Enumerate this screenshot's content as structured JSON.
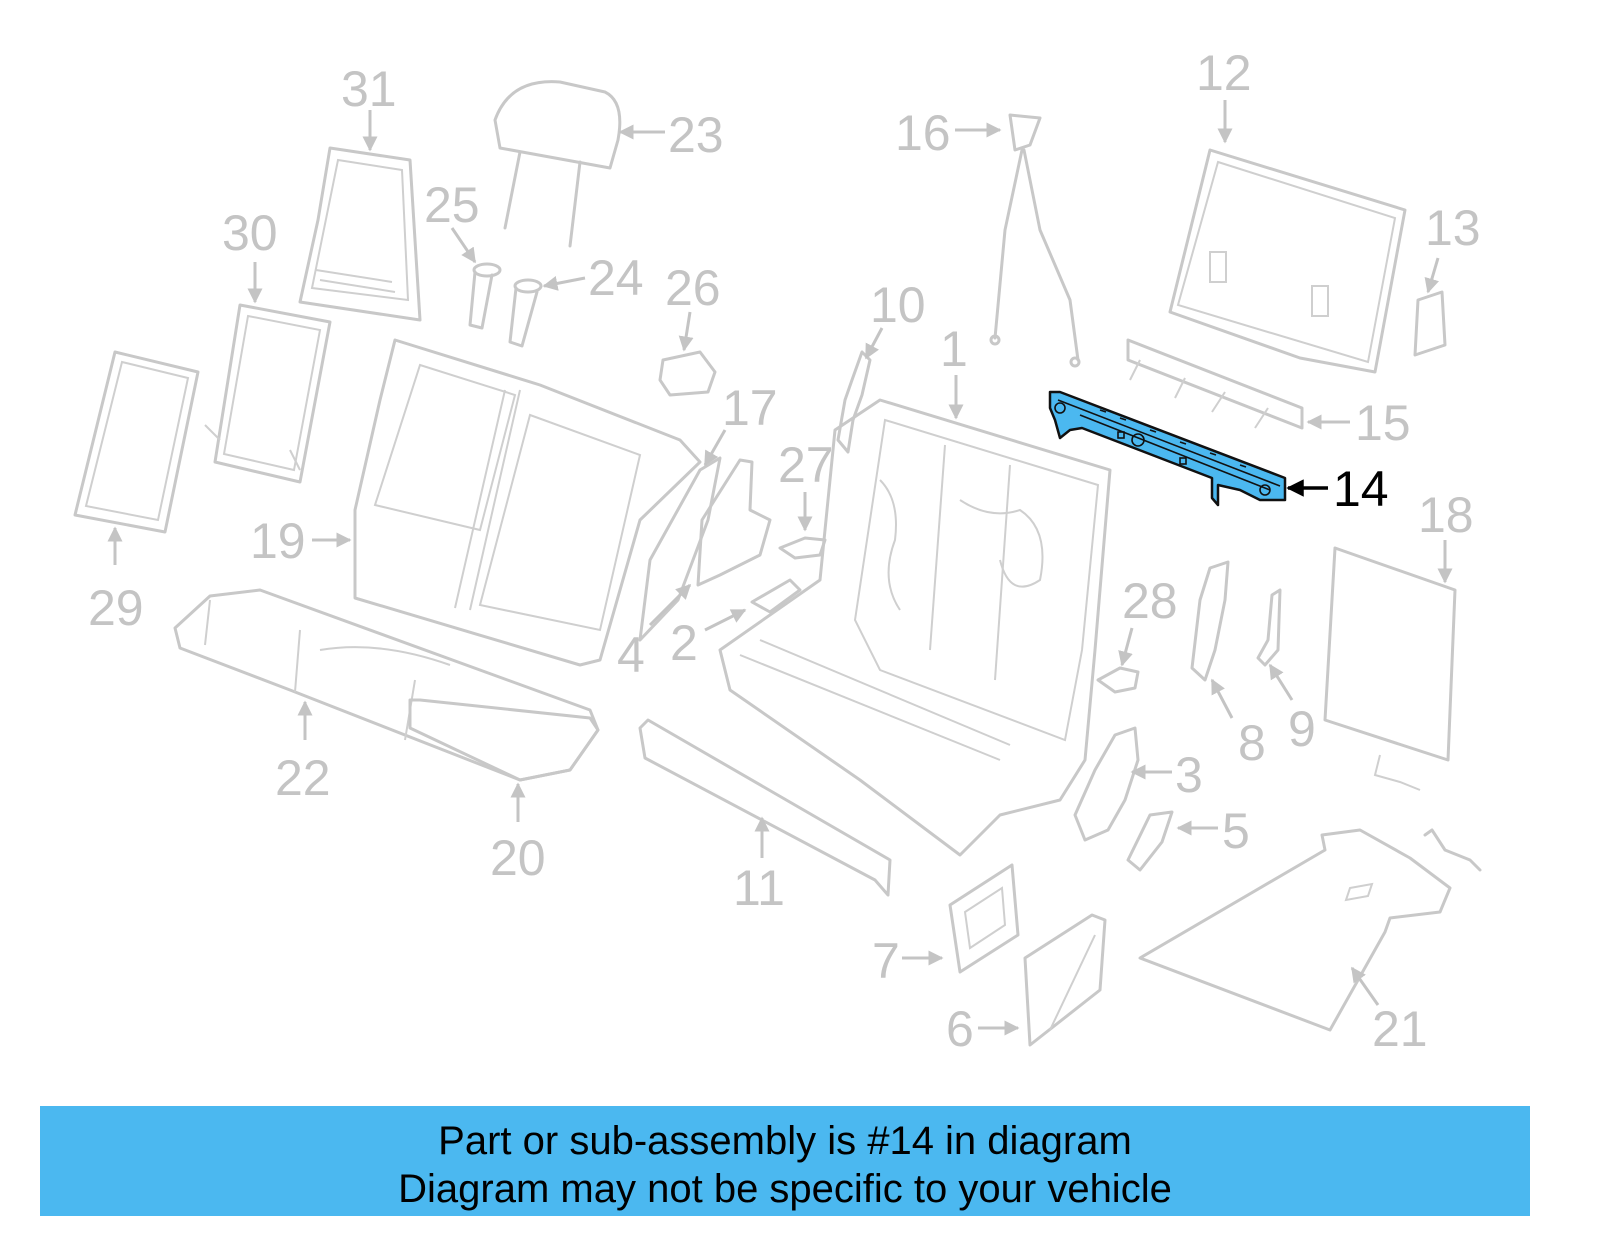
{
  "diagram": {
    "highlighted_part": "14",
    "callouts": [
      {
        "id": "1",
        "label": "1"
      },
      {
        "id": "2",
        "label": "2"
      },
      {
        "id": "3",
        "label": "3"
      },
      {
        "id": "4",
        "label": "4"
      },
      {
        "id": "5",
        "label": "5"
      },
      {
        "id": "6",
        "label": "6"
      },
      {
        "id": "7",
        "label": "7"
      },
      {
        "id": "8",
        "label": "8"
      },
      {
        "id": "9",
        "label": "9"
      },
      {
        "id": "10",
        "label": "10"
      },
      {
        "id": "11",
        "label": "11"
      },
      {
        "id": "12",
        "label": "12"
      },
      {
        "id": "13",
        "label": "13"
      },
      {
        "id": "14",
        "label": "14"
      },
      {
        "id": "15",
        "label": "15"
      },
      {
        "id": "16",
        "label": "16"
      },
      {
        "id": "17",
        "label": "17"
      },
      {
        "id": "18",
        "label": "18"
      },
      {
        "id": "19",
        "label": "19"
      },
      {
        "id": "20",
        "label": "20"
      },
      {
        "id": "21",
        "label": "21"
      },
      {
        "id": "22",
        "label": "22"
      },
      {
        "id": "23",
        "label": "23"
      },
      {
        "id": "24",
        "label": "24"
      },
      {
        "id": "25",
        "label": "25"
      },
      {
        "id": "26",
        "label": "26"
      },
      {
        "id": "27",
        "label": "27"
      },
      {
        "id": "28",
        "label": "28"
      },
      {
        "id": "29",
        "label": "29"
      },
      {
        "id": "30",
        "label": "30"
      },
      {
        "id": "31",
        "label": "31"
      }
    ]
  },
  "banner": {
    "line1": "Part or sub-assembly is #14 in diagram",
    "line2": "Diagram may not be specific to your vehicle",
    "color": "#4bb8f0"
  },
  "colors": {
    "part_outline": "#c8c8c8",
    "highlight": "#4bb8f0",
    "highlight_text": "#000000"
  }
}
